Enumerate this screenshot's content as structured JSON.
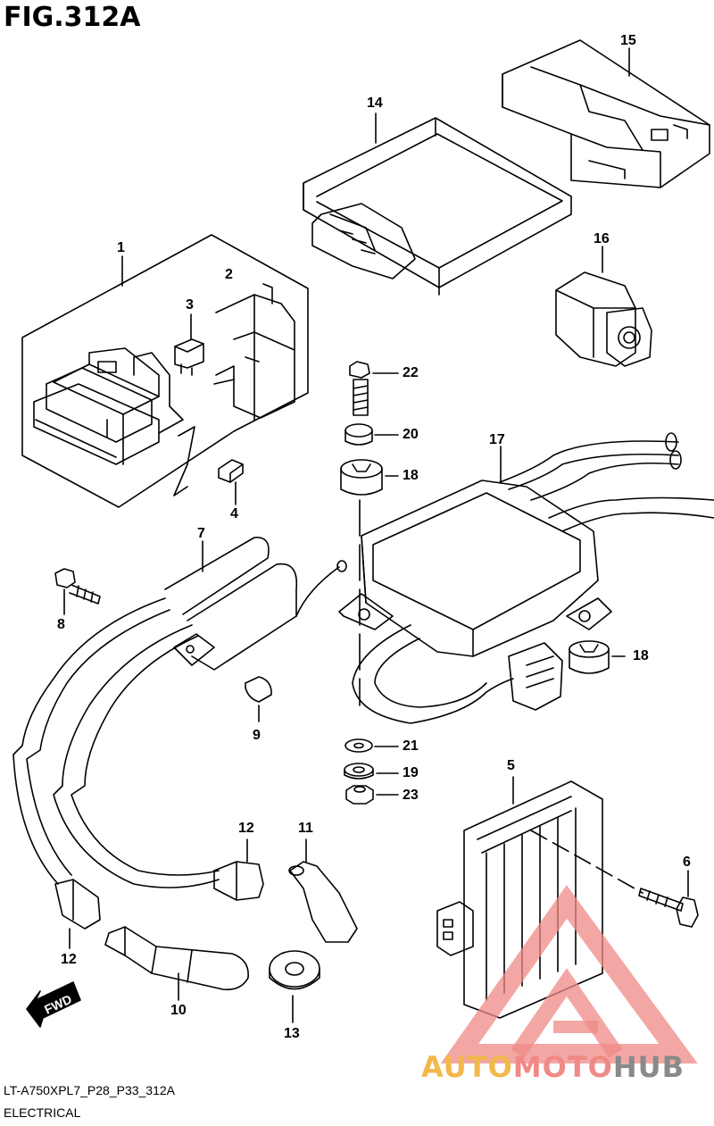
{
  "figure": {
    "title": "FIG.312A",
    "caption_code": "LT-A750XPL7_P28_P33_312A",
    "caption_section": "ELECTRICAL"
  },
  "callouts": [
    "1",
    "2",
    "3",
    "4",
    "5",
    "6",
    "7",
    "8",
    "9",
    "10",
    "11",
    "12",
    "12",
    "13",
    "14",
    "15",
    "16",
    "17",
    "18",
    "18",
    "19",
    "20",
    "21",
    "22",
    "23"
  ],
  "arrow": {
    "label": "FWD"
  },
  "watermark": {
    "part1": "AUTO",
    "part2": "MOTO",
    "part3": "HUB",
    "colors": {
      "auto": "#f2b84a",
      "moto": "#ef8a86",
      "hub": "#8a8a8a"
    }
  }
}
